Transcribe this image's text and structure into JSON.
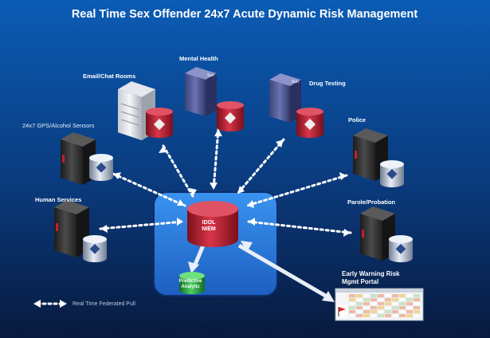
{
  "title": "Real Time Sex Offender 24x7 Acute Dynamic Risk Management",
  "hub": {
    "db_label_line1": "IDOL",
    "db_label_line2": "NIEM",
    "analytic_line1": "Predictive",
    "analytic_line2": "Analytic"
  },
  "nodes": {
    "email": "Email/Chat Rooms",
    "mental": "Mental Health",
    "drug": "Drug Testing",
    "gps": "24x7 GPS/Alcohol Sensors",
    "police": "Police",
    "human": "Human Services",
    "parole": "Parole/Probation",
    "portal_line1": "Early Warning Risk",
    "portal_line2": "Mgmt Portal"
  },
  "server_brand": "Sun",
  "legend": {
    "label": "Real Time  Federated  Pull"
  },
  "colors": {
    "bg_top": "#0a4fa0",
    "bg_bottom": "#0a1e46",
    "hub_fill": "#2a7fe0",
    "db_red": "#b81e2e",
    "db_green": "#23a23a",
    "db_grey": "#b8c4d6"
  }
}
